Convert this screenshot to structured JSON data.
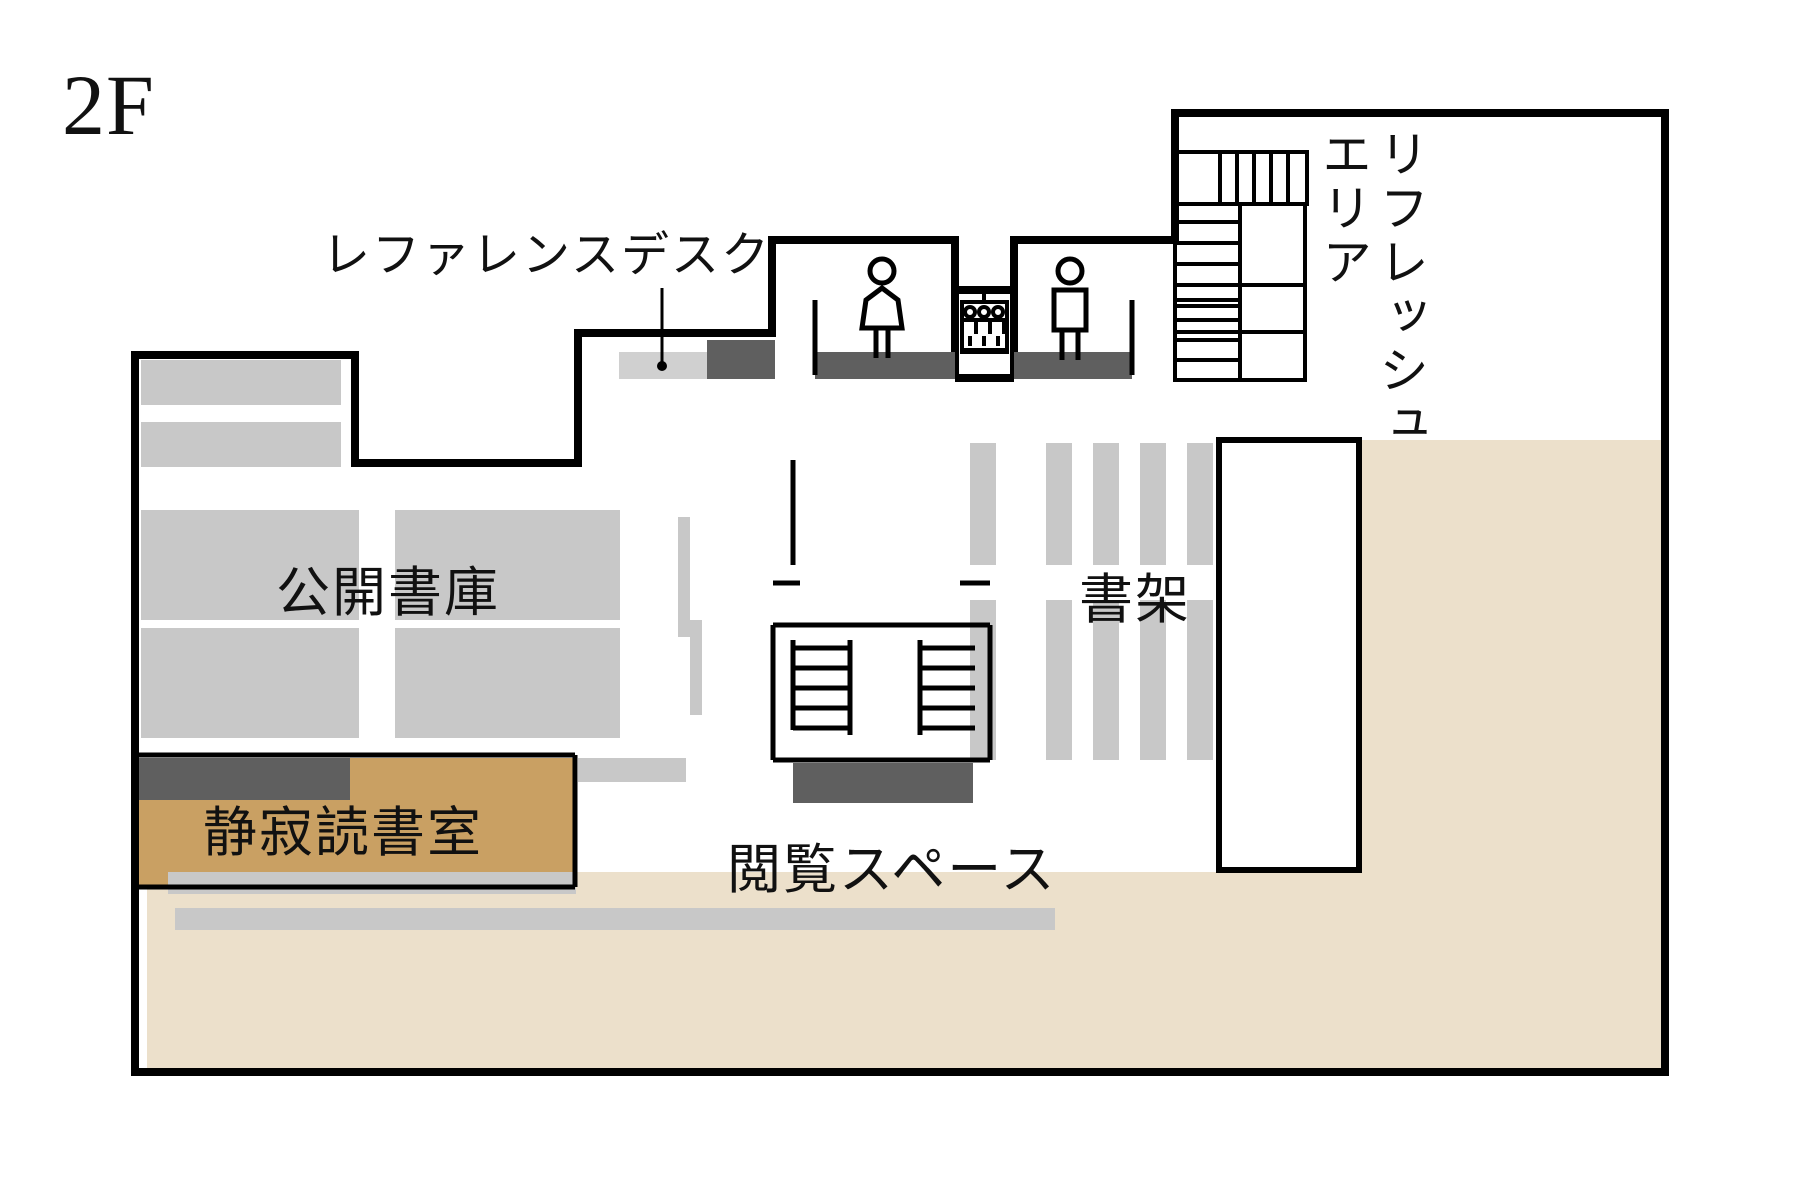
{
  "plan": {
    "floor_tag": "2F",
    "title_note": "",
    "colors": {
      "outline": "#000000",
      "shelf_gray": "#c8c8c8",
      "dark_gray": "#5f5f5f",
      "light_gray": "#d8d8d8",
      "tan": "#c9a063",
      "beige": "#ece0cb",
      "white": "#ffffff",
      "text": "#111111"
    },
    "labels": {
      "floor": "2F",
      "reference_desk": "レファレンスデスク",
      "refresh_area_line1": "エリア",
      "refresh_area_line2": "リフレッシュ",
      "open_stacks": "公開書庫",
      "quiet_reading_room": "静寂読書室",
      "bookshelves": "書架",
      "reading_space": "閲覧スペース"
    },
    "icons": {
      "womens_restroom": "womens-restroom-icon",
      "mens_restroom": "mens-restroom-icon",
      "multipurpose_room": "multipurpose-room-icon",
      "stairs_upper": "stairs-icon",
      "stairs_lower": "stairs-icon",
      "stairs_center": "stairs-icon"
    },
    "areas": [
      {
        "name": "open-stacks",
        "label": "公開書庫",
        "fill": "#c8c8c8"
      },
      {
        "name": "quiet-reading-room",
        "label": "静寂読書室",
        "fill": "#c9a063"
      },
      {
        "name": "bookshelves",
        "label": "書架",
        "fill": "#c8c8c8"
      },
      {
        "name": "reading-space",
        "label": "閲覧スペース",
        "fill": "#ece0cb"
      },
      {
        "name": "refresh-area",
        "label": "リフレッシュエリア",
        "fill": "#ffffff"
      },
      {
        "name": "reference-desk",
        "label": "レファレンスデスク",
        "fill": "#5f5f5f"
      }
    ]
  }
}
